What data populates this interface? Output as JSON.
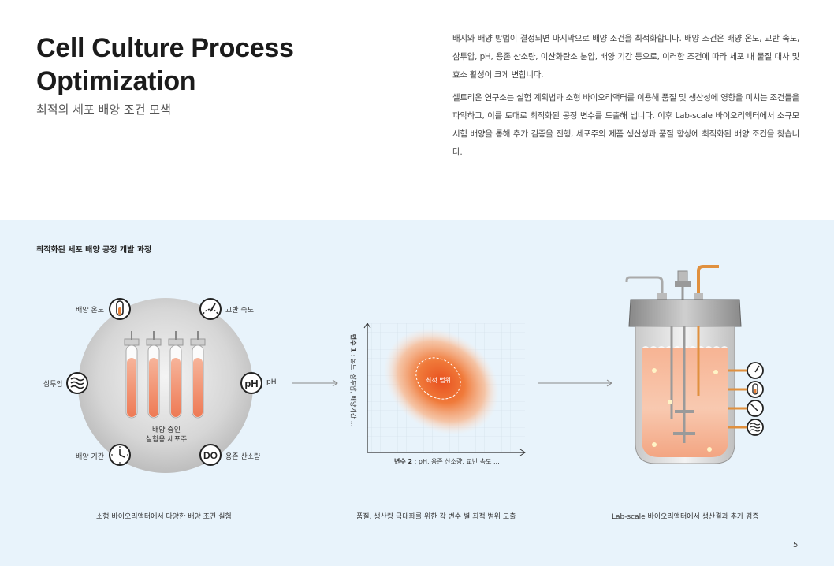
{
  "header": {
    "title_line1": "Cell Culture Process",
    "title_line2": "Optimization",
    "subtitle": "최적의 세포 배양 조건 모색"
  },
  "intro": {
    "paragraph1": "배지와 배양 방법이 결정되면 마지막으로 배양 조건을 최적화합니다. 배양 조건은 배양 온도, 교반 속도, 삼투압, pH, 용존 산소량, 이산화탄소 분압, 배양 기간 등으로, 이러한 조건에 따라 세포 내 물질 대사 및 효소 활성이 크게 변합니다.",
    "paragraph2": "셀트리온 연구소는 실험 계획법과 소형 바이오리액터를 이용해 품질 및 생산성에 영향을 미치는 조건들을 파악하고, 이를 토대로 최적화된 공정 변수를 도출해 냅니다. 이후 Lab-scale 바이오리액터에서 소규모 시험 배양을 통해 추가 검증을 진행, 세포주의 제품 생산성과 품질 향상에 최적화된 배양 조건을 찾습니다."
  },
  "diagram": {
    "section_title": "최적화된 세포 배양 공정 개발 과정",
    "step1": {
      "labels": {
        "temperature": "배양 온도",
        "agitation": "교반 속도",
        "osmolality": "삼투압",
        "ph": "pH",
        "duration": "배양 기간",
        "dissolved_oxygen": "용존 산소량"
      },
      "icon_text": {
        "ph": "pH",
        "do": "DO"
      },
      "center_label_line1": "배양 중인",
      "center_label_line2": "실험용 세포주",
      "caption": "소형 바이오리액터에서 다양한 배양 조건 실험"
    },
    "step2": {
      "optimal_label": "최적 범위",
      "x_label_bold": "변수 2",
      "x_label_rest": " : pH, 용존 산소량, 교반 속도 ...",
      "y_label_bold": "변수 1",
      "y_label_rest": " : 온도, 삼투압, 배양기간 ...",
      "caption": "품질, 생산량 극대화를 위한 각 변수 별 최적 범위 도출"
    },
    "step3": {
      "caption": "Lab-scale 바이오리액터에서 생산결과 추가 검증"
    }
  },
  "page_number": "5",
  "colors": {
    "band_bg": "#e8f3fb",
    "accent_orange": "#e8823a",
    "culture_orange": "#f29a72",
    "dark": "#1b1b1b"
  },
  "icons": [
    "thermometer-icon",
    "gauge-icon",
    "waves-icon",
    "ph-icon",
    "clock-icon",
    "do-icon",
    "arrow-right-icon"
  ]
}
